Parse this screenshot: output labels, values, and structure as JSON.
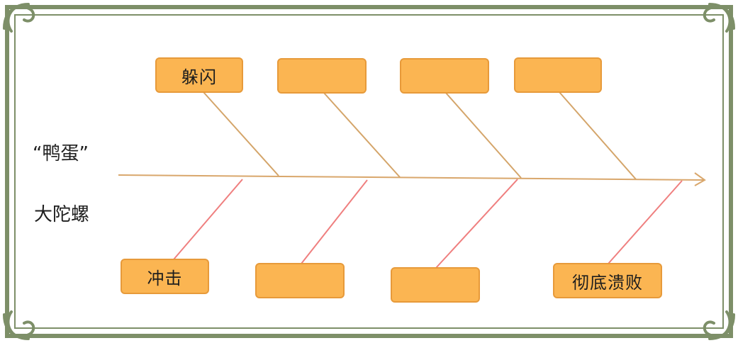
{
  "diagram": {
    "type": "fishbone",
    "spine_label_top": "“鸭蛋”",
    "spine_label_bottom": "大陀螺",
    "top_boxes": [
      "躲闪",
      "",
      "",
      ""
    ],
    "bottom_boxes": [
      "冲击",
      "",
      "",
      "彻底溃败"
    ]
  },
  "colors": {
    "box_fill": "#fbb552",
    "box_border": "#e79a3a",
    "upper_bone": "#d4a56a",
    "lower_bone": "#ef7f7f",
    "spine": "#d9a76c",
    "frame": "#7d8f68"
  }
}
